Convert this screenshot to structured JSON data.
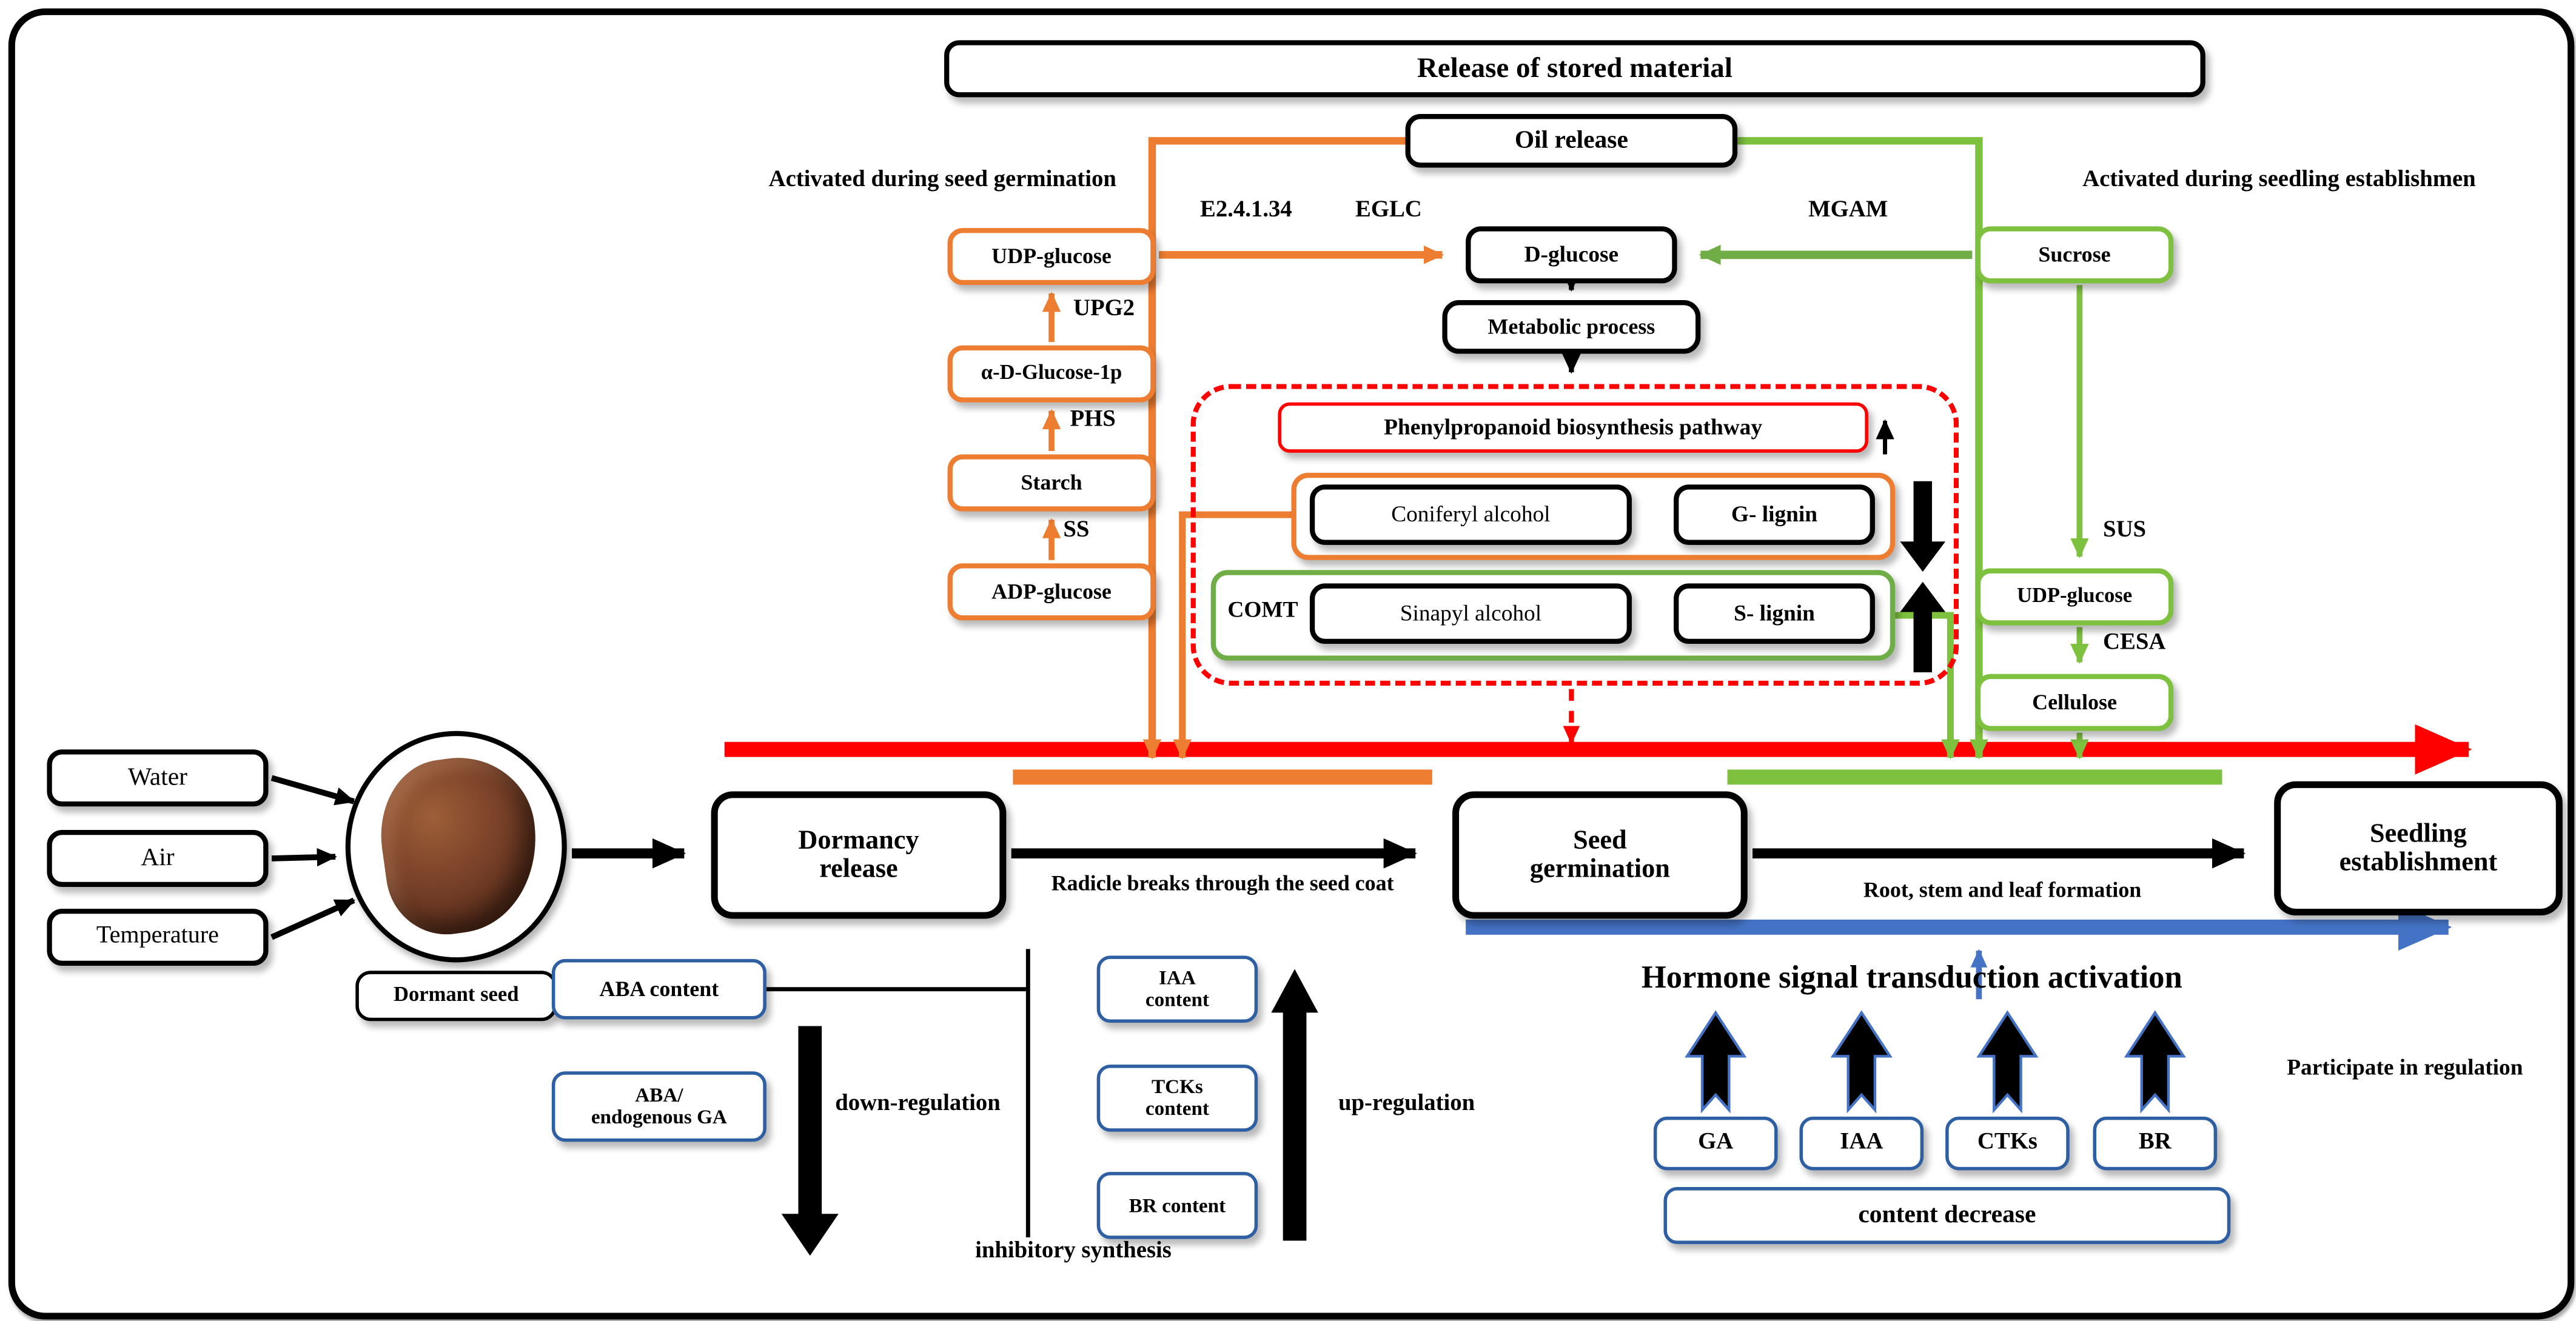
{
  "colors": {
    "orange": "#ED7D31",
    "green": "#7DC13E",
    "green_dark": "#6FAE46",
    "green_arrow": "#70AD47",
    "red": "#FF0000",
    "blue": "#2E5FA3",
    "blue_arrow": "#4472C4",
    "black": "#000000"
  },
  "top": {
    "title": "Release of stored material",
    "oil_release": "Oil release",
    "left_label": "Activated during seed germination",
    "right_label": "Activated during seedling establishmen"
  },
  "starch_chain": {
    "udp_glucose": "UDP-glucose",
    "upg2": "UPG2",
    "glucose_1p": "α-D-Glucose-1p",
    "phs": "PHS",
    "starch": "Starch",
    "ss": "SS",
    "adp_glucose": "ADP-glucose"
  },
  "glucose": {
    "e_number": "E2.4.1.34",
    "eglc": "EGLC",
    "d_glucose": "D-glucose",
    "mgam": "MGAM",
    "sucrose": "Sucrose",
    "metabolic": "Metabolic process"
  },
  "phenyl": {
    "pathway": "Phenylpropanoid biosynthesis pathway",
    "coniferyl": "Coniferyl alcohol",
    "g_lignin": "G- lignin",
    "comt": "COMT",
    "sinapyl": "Sinapyl alcohol",
    "s_lignin": "S- lignin"
  },
  "cellulose_chain": {
    "sus": "SUS",
    "udp_glucose": "UDP-glucose",
    "cesa": "CESA",
    "cellulose": "Cellulose"
  },
  "inputs": {
    "water": "Water",
    "air": "Air",
    "temperature": "Temperature",
    "dormant_seed": "Dormant seed"
  },
  "timeline": {
    "dormancy": "Dormancy release",
    "radicle": "Radicle breaks through the seed coat",
    "germination": "Seed germination",
    "root": "Root, stem and leaf formation",
    "seedling": "Seedling establishment"
  },
  "regulation": {
    "aba_content": "ABA content",
    "aba_ga_top": "ABA/",
    "aba_ga_bottom": "endogenous GA",
    "down": "down-regulation",
    "inhibitory": "inhibitory synthesis",
    "iaa_content": "IAA content",
    "tcks_content": "TCKs content",
    "br_content": "BR content",
    "up": "up-regulation"
  },
  "hormone": {
    "heading": "Hormone signal transduction activation",
    "ga": "GA",
    "iaa": "IAA",
    "ctks": "CTKs",
    "br": "BR",
    "decrease": "content decrease",
    "participate": "Participate in regulation"
  }
}
